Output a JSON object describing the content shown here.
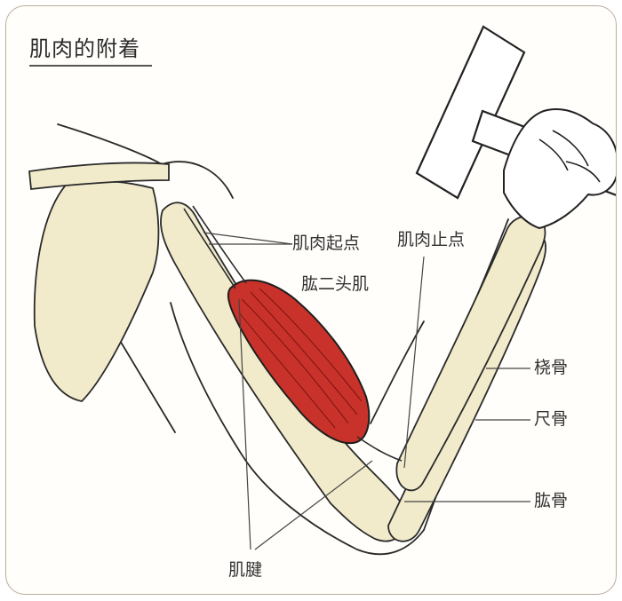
{
  "title": "肌肉的附着",
  "labels": {
    "origin": "肌肉起点",
    "insertion": "肌肉止点",
    "biceps": "肱二头肌",
    "radius": "桡骨",
    "ulna": "尺骨",
    "humerus": "肱骨",
    "tendon": "肌腱"
  },
  "colors": {
    "bone": "#f1ebcb",
    "muscle": "#c8322a",
    "outline": "#1e1e1e",
    "frame": "#b9ad9c"
  }
}
